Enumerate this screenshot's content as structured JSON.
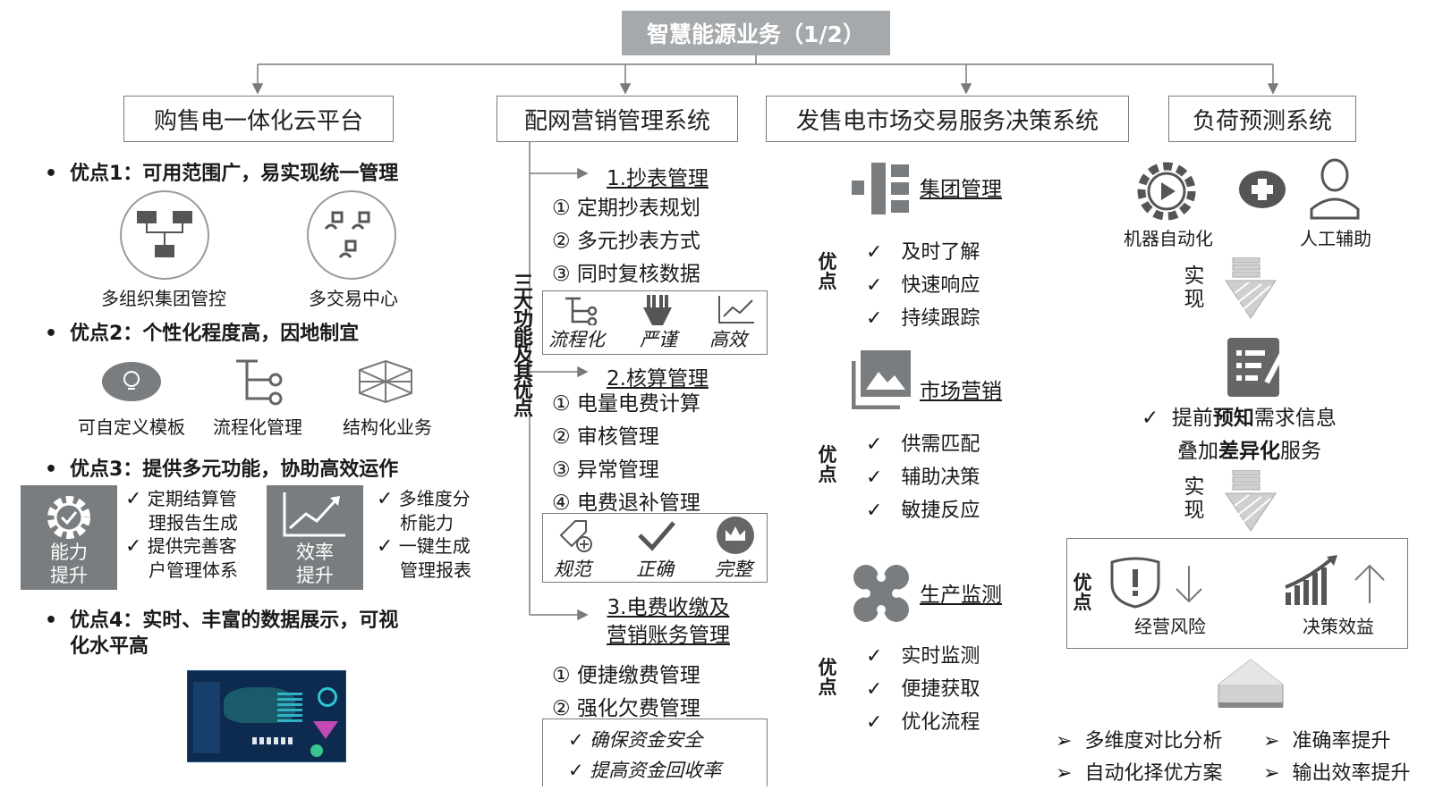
{
  "title": "智慧能源业务（1/2）",
  "columns": {
    "c1": "购售电一体化云平台",
    "c2": "配网营销管理系统",
    "c3": "发售电市场交易服务决策系统",
    "c4": "负荷预测系统"
  },
  "col1": {
    "adv1": "优点1：可用范围广，易实现统一管理",
    "adv1_icons": [
      "多组织集团管控",
      "多交易中心"
    ],
    "adv2": "优点2：个性化程度高，因地制宜",
    "adv2_icons": [
      "可自定义模板",
      "流程化管理",
      "结构化业务"
    ],
    "adv3": "优点3：提供多元功能，协助高效运作",
    "tile1": [
      "能力",
      "提升"
    ],
    "tile2": [
      "效率",
      "提升"
    ],
    "checks_a": [
      "定期结算管",
      "理报告生成",
      "提供完善客",
      "户管理体系"
    ],
    "checks_b": [
      "多维度分",
      "析能力",
      "一键生成",
      "管理报表"
    ],
    "adv4_line1": "优点4：实时、丰富的数据展示，可视",
    "adv4_line2": "化水平高"
  },
  "col2": {
    "vertical_label": "三大功能及其优点",
    "s1_title": "1.抄表管理",
    "s1_items": [
      "① 定期抄表规划",
      "② 多元抄表方式",
      "③ 同时复核数据"
    ],
    "s1_tags": [
      "流程化",
      "严谨",
      "高效"
    ],
    "s2_title": "2.核算管理",
    "s2_items": [
      "① 电量电费计算",
      "② 审核管理",
      "③ 异常管理",
      "④ 电费退补管理"
    ],
    "s2_tags": [
      "规范",
      "正确",
      "完整"
    ],
    "s3_title_1": "3.电费收缴及",
    "s3_title_2": "营销账务管理",
    "s3_items": [
      "① 便捷缴费管理",
      "② 强化欠费管理"
    ],
    "s3_benefits": [
      "确保资金安全",
      "提高资金回收率"
    ]
  },
  "col3": {
    "adv_label": "优点",
    "g1_title": "集团管理",
    "g1_items": [
      "及时了解",
      "快速响应",
      "持续跟踪"
    ],
    "g2_title": "市场营销",
    "g2_items": [
      "供需匹配",
      "辅助决策",
      "敏捷反应"
    ],
    "g3_title": "生产监测",
    "g3_items": [
      "实时监测",
      "便捷获取",
      "优化流程"
    ]
  },
  "col4": {
    "machine": "机器自动化",
    "human": "人工辅助",
    "realize": "实现",
    "info_1a": "提前",
    "info_1b": "预知",
    "info_1c": "需求信息",
    "info_2a": "叠加",
    "info_2b": "差异化",
    "info_2c": "服务",
    "adv_label": "优点",
    "risk": "经营风险",
    "benefit": "决策效益",
    "bottom_left": [
      "多维度对比分析",
      "自动化择优方案"
    ],
    "bottom_right": [
      "准确率提升",
      "输出效率提升"
    ]
  },
  "symbols": {
    "check": "✓",
    "arrow_bullet": "➢",
    "dot": "•"
  }
}
